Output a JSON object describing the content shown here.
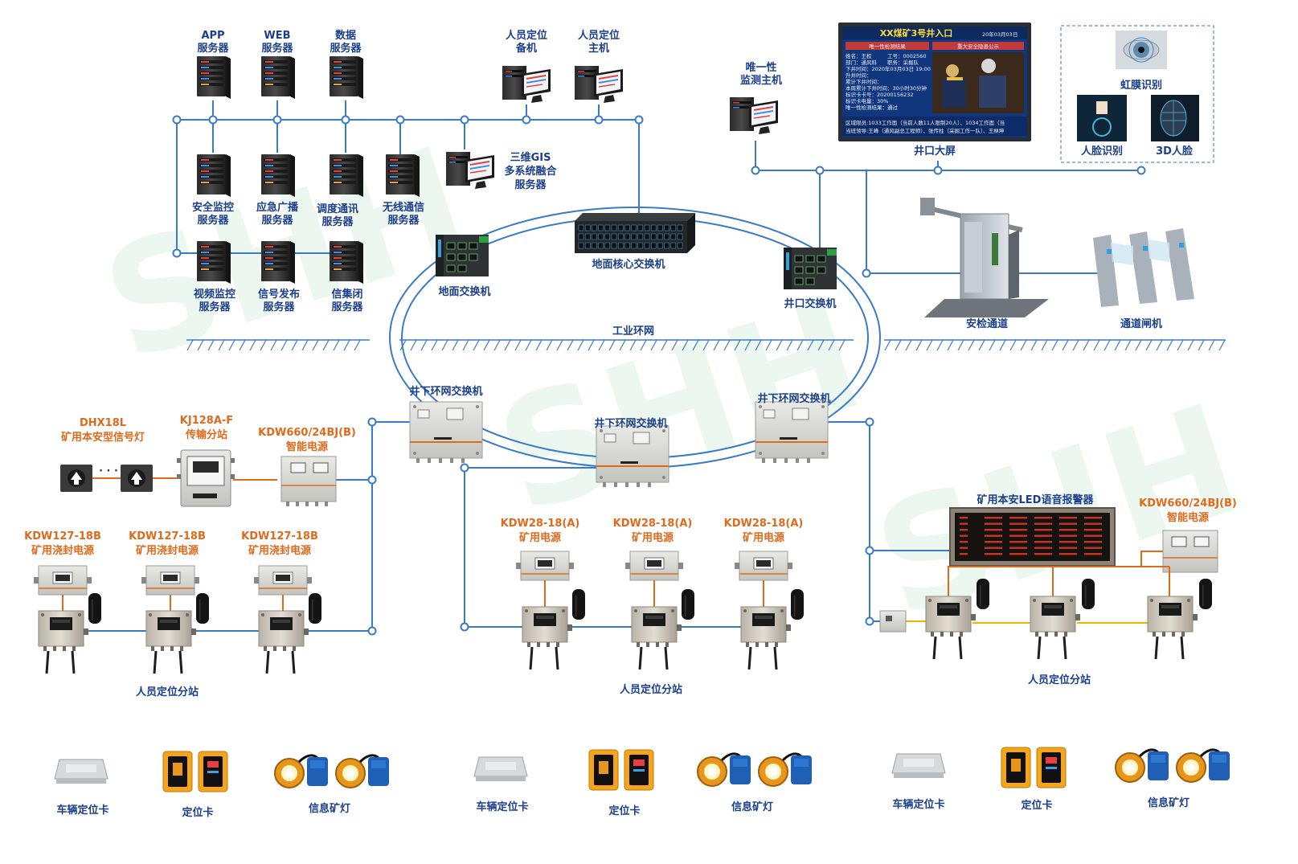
{
  "watermark": "SHH",
  "surface": {
    "servers_top": [
      {
        "line1": "APP",
        "line2": "服务器"
      },
      {
        "line1": "WEB",
        "line2": "服务器"
      },
      {
        "line1": "数据",
        "line2": "服务器"
      }
    ],
    "servers_mid": [
      {
        "line1": "安全监控",
        "line2": "服务器"
      },
      {
        "line1": "应急广播",
        "line2": "服务器"
      },
      {
        "line1": "调度通讯",
        "line2": "服务器"
      },
      {
        "line1": "无线通信",
        "line2": "服务器"
      }
    ],
    "servers_bot": [
      {
        "line1": "视频监控",
        "line2": "服务器"
      },
      {
        "line1": "信号发布",
        "line2": "服务器"
      },
      {
        "line1": "信集闭",
        "line2": "服务器"
      }
    ],
    "positioning_backup": {
      "line1": "人员定位",
      "line2": "备机"
    },
    "positioning_host": {
      "line1": "人员定位",
      "line2": "主机"
    },
    "gis_server": {
      "line1": "三维GIS",
      "line2": "多系统融合",
      "line3": "服务器"
    },
    "core_switch": "地面核心交换机",
    "ground_switch": "地面交换机",
    "shaft_switch": "井口交换机",
    "ring_label": "工业环网",
    "unique_host": {
      "line1": "唯一性",
      "line2": "监测主机"
    },
    "big_screen": {
      "label": "井口大屏",
      "title": "XX煤矿3号井入口",
      "date": "20年03月03日",
      "left_header": "唯一性检测结果",
      "right_header": "重大安全隐患公示",
      "fields": [
        "姓名：王权",
        "工号：0002560",
        "部门：通风科",
        "职务：采掘队",
        "下井时间：2020年03月03日 19:00",
        "升井时间：",
        "累计下井时间：",
        "本周累计下井时间：30小时30分钟",
        "标识卡卡号：20200156232",
        "标识卡电量：30%",
        "唯一性检测结果：通过"
      ],
      "ticker1": "区域限员:1033工作面（当前人数11人限制20人）、1034工作面（当",
      "ticker2": "当班领导:王峰（通风副总工程师）、张传柱（采掘工作一队）、王林坤"
    },
    "iris": "虹膜识别",
    "face": "人脸识别",
    "face3d": "3D人脸",
    "security_channel": "安检通道",
    "gate": "通道闸机"
  },
  "underground": {
    "ring_switch": "井下环网交换机",
    "signal_light": {
      "line1": "DHX18L",
      "line2": "矿用本安型信号灯",
      "dots": "· · ·"
    },
    "transmission": {
      "line1": "KJ128A-F",
      "line2": "传输分站"
    },
    "smart_power_left": {
      "line1": "KDW660/24BJ(B)",
      "line2": "智能电源"
    },
    "smart_power_right": {
      "line1": "KDW660/24BJ(B)",
      "line2": "智能电源"
    },
    "left_powers": [
      {
        "line1": "KDW127-18B",
        "line2": "矿用浇封电源"
      },
      {
        "line1": "KDW127-18B",
        "line2": "矿用浇封电源"
      },
      {
        "line1": "KDW127-18B",
        "line2": "矿用浇封电源"
      }
    ],
    "mid_powers": [
      {
        "line1": "KDW28-18(A)",
        "line2": "矿用电源"
      },
      {
        "line1": "KDW28-18(A)",
        "line2": "矿用电源"
      },
      {
        "line1": "KDW28-18(A)",
        "line2": "矿用电源"
      }
    ],
    "led_alarm": "矿用本安LED语音报警器",
    "substation": "人员定位分站",
    "vehicle_card": "车辆定位卡",
    "locator_card": "定位卡",
    "cap_lamp": "信息矿灯"
  },
  "colors": {
    "line": "#3a7bc8",
    "orange": "#e06a1b",
    "label": "#1b3f8a",
    "yellow": "#f0b400"
  }
}
